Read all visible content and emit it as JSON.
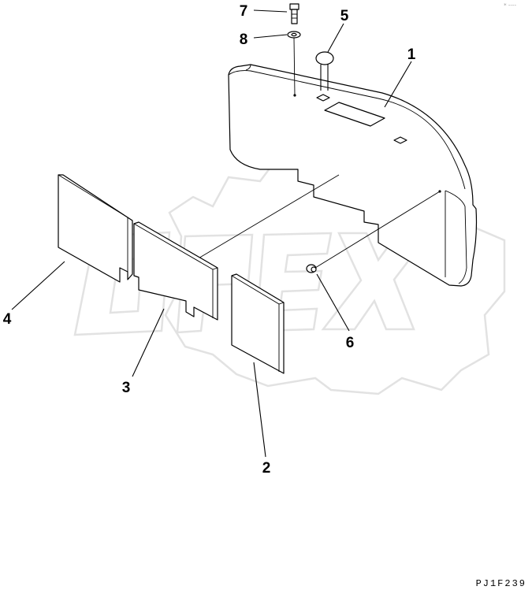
{
  "diagram": {
    "callouts": [
      {
        "id": "1",
        "label": "1"
      },
      {
        "id": "2",
        "label": "2"
      },
      {
        "id": "3",
        "label": "3"
      },
      {
        "id": "4",
        "label": "4"
      },
      {
        "id": "5",
        "label": "5"
      },
      {
        "id": "6",
        "label": "6"
      },
      {
        "id": "7",
        "label": "7"
      },
      {
        "id": "8",
        "label": "8"
      }
    ],
    "drawing_code": "PJ1F239",
    "watermark": {
      "text": "OPEX",
      "corner_mark": "* ----",
      "colors": {
        "logo": "#e4e4e4"
      }
    }
  }
}
